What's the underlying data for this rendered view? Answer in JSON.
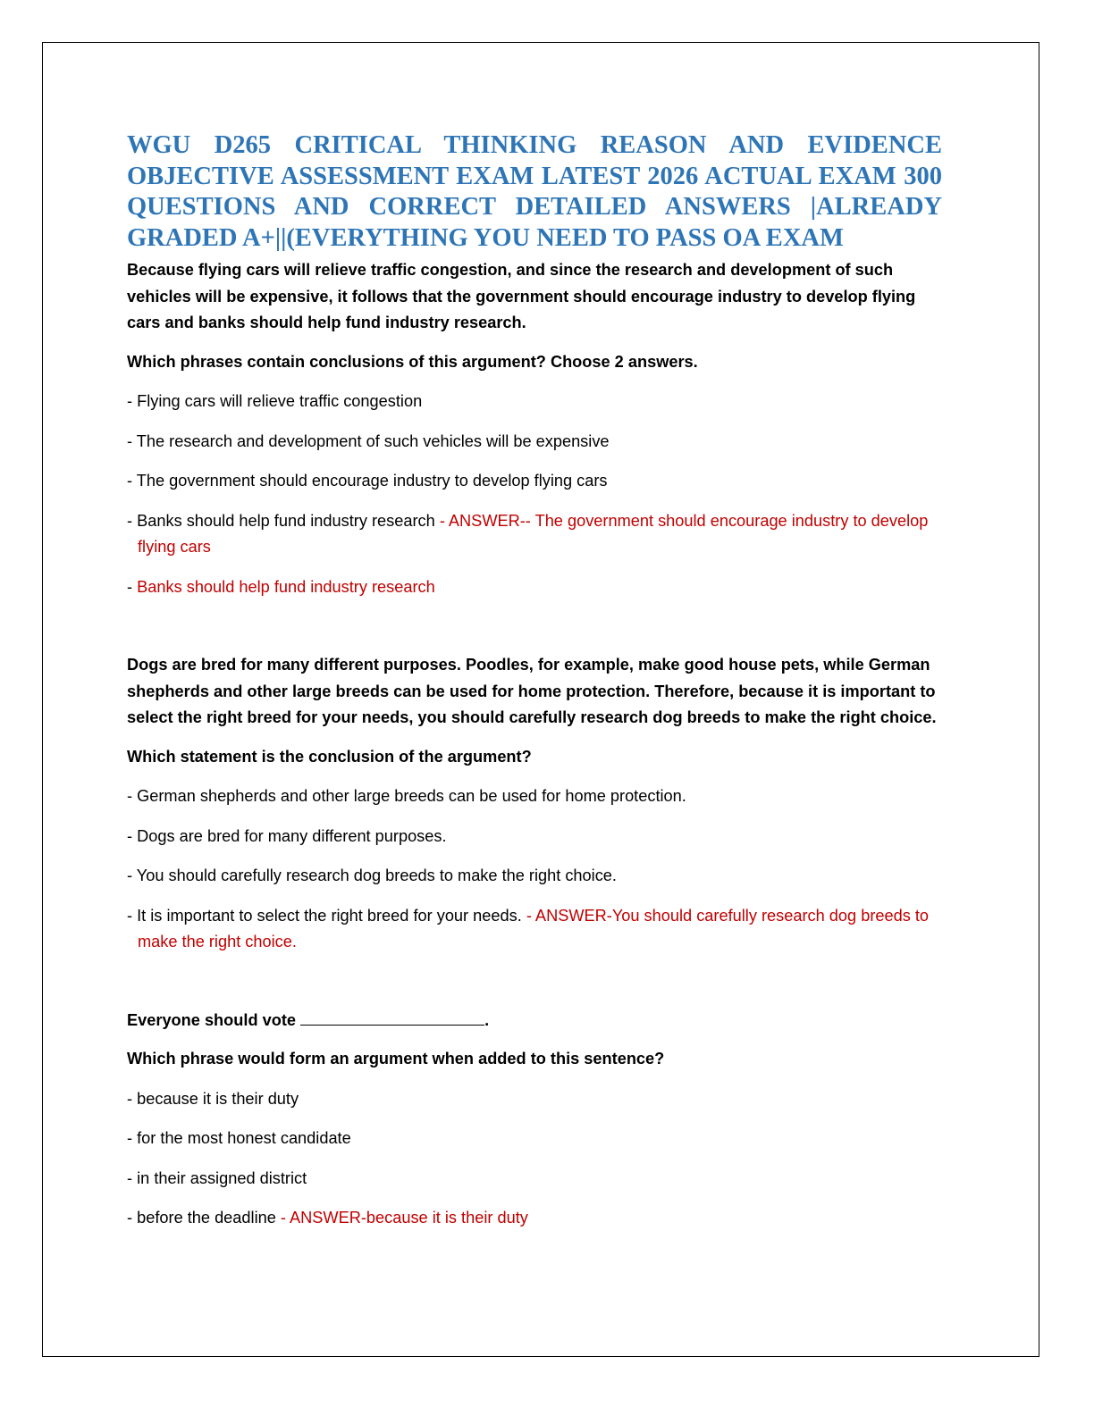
{
  "document": {
    "title": "WGU D265 CRITICAL THINKING REASON AND EVIDENCE OBJECTIVE ASSESSMENT EXAM LATEST 2026 ACTUAL EXAM 300 QUESTIONS AND CORRECT DETAILED ANSWERS |ALREADY GRADED A+||(EVERYTHING YOU NEED TO PASS OA EXAM"
  },
  "questions": [
    {
      "stem": "Because flying cars will relieve traffic congestion, and since the research and development of such vehicles will be expensive, it follows that the government should encourage industry to develop flying cars and banks should help fund industry research.",
      "prompt": "Which phrases contain conclusions of this argument? Choose 2 answers.",
      "options": [
        "- Flying cars will relieve traffic congestion",
        "- The research and development of such vehicles will be expensive",
        "- The government should encourage industry to develop flying cars",
        "- Banks should help fund industry research "
      ],
      "answer": "- ANSWER-- The government should encourage industry to develop flying cars",
      "answer_continued_prefix": "- ",
      "answer_continued": "Banks should help fund industry research"
    },
    {
      "stem": "Dogs are bred for many different purposes. Poodles, for example, make good house pets, while German shepherds and other large breeds can be used for home protection. Therefore, because it is important to select the right breed for your needs, you should carefully research dog breeds to make the right choice.",
      "prompt": "Which statement is the conclusion of the argument?",
      "options": [
        "- German shepherds and other large breeds can be used for home protection.",
        "- Dogs are bred for many different purposes.",
        "- You should carefully research dog breeds to make the right choice.",
        "- It is important to select the right breed for your needs. "
      ],
      "answer": "- ANSWER-You should carefully research dog breeds to make the right choice."
    },
    {
      "stem_before_blank": "Everyone should vote ",
      "stem_after_blank": ".",
      "prompt": "Which phrase would form an argument when added to this sentence?",
      "options": [
        "- because it is their duty",
        "- for the most honest candidate",
        "- in their assigned district",
        "- before the deadline "
      ],
      "answer": "- ANSWER-because it is their duty"
    }
  ],
  "colors": {
    "title": "#2E75B6",
    "answer": "#C00000",
    "text": "#000000"
  }
}
